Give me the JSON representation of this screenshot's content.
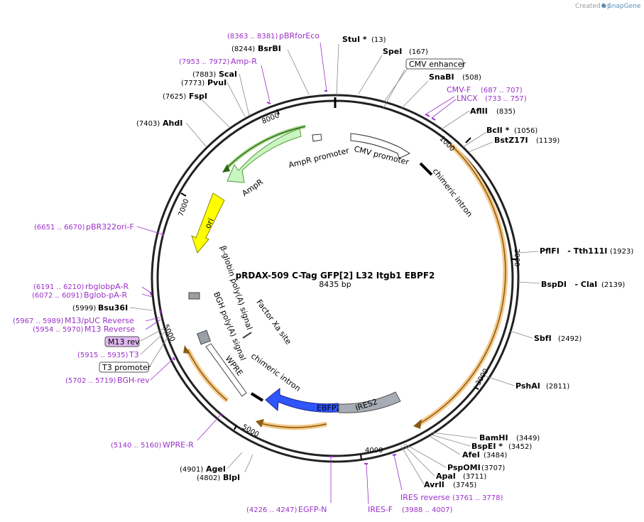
{
  "credit": {
    "prefix": "Created by",
    "brand": "SnapGene"
  },
  "plasmid": {
    "name": "pRDAX-509    C-Tag GFP[2] L32 Itgb1 EBPF2",
    "length": "8435 bp"
  },
  "enzymes": [
    {
      "name": "StuI *",
      "pos": "(13)"
    },
    {
      "name": "SpeI",
      "pos": "(167)"
    },
    {
      "name": "SnaBI",
      "pos": "(508)"
    },
    {
      "name": "AflII",
      "pos": "(835)"
    },
    {
      "name": "BclI *",
      "pos": "(1056)"
    },
    {
      "name": "BstZ17I",
      "pos": "(1139)"
    },
    {
      "name": "PflFI   - Tth111I",
      "pos": "(1923)"
    },
    {
      "name": "BspDI   - ClaI",
      "pos": "(2139)"
    },
    {
      "name": "SbfI",
      "pos": "(2492)"
    },
    {
      "name": "PshAI",
      "pos": "(2811)"
    },
    {
      "name": "BamHI",
      "pos": "(3449)"
    },
    {
      "name": "BspEI *",
      "pos": "(3452)"
    },
    {
      "name": "AfeI",
      "pos": "(3484)"
    },
    {
      "name": "PspOMI",
      "pos": "(3707)"
    },
    {
      "name": "ApaI",
      "pos": "(3711)"
    },
    {
      "name": "AvrII",
      "pos": "(3745)"
    },
    {
      "name": "AgeI",
      "pos": "(4901)"
    },
    {
      "name": "BlpI",
      "pos": "(4802)"
    },
    {
      "name": "Bsu36I",
      "pos": "(5999)"
    },
    {
      "name": "AhdI",
      "pos": "(7403)"
    },
    {
      "name": "FspI",
      "pos": "(7625)"
    },
    {
      "name": "PvuI",
      "pos": "(7773)"
    },
    {
      "name": "ScaI",
      "pos": "(7883)"
    },
    {
      "name": "BsrBI",
      "pos": "(8244)"
    }
  ],
  "primers": [
    {
      "name": "pBRforEco",
      "pos": "(8363 .. 8381)"
    },
    {
      "name": "Amp-R",
      "pos": "(7953 .. 7972)"
    },
    {
      "name": "CMV-F",
      "pos": "(687 .. 707)"
    },
    {
      "name": "LNCX",
      "pos": "(733 .. 757)"
    },
    {
      "name": "pBR322ori-F",
      "pos": "(6651 .. 6670)"
    },
    {
      "name": "rbglobpA-R",
      "pos": "(6191 .. 6210)"
    },
    {
      "name": "Bglob-pA-R",
      "pos": "(6072 .. 6091)"
    },
    {
      "name": "M13/pUC Reverse",
      "pos": "(5967 .. 5989)"
    },
    {
      "name": "M13 Reverse",
      "pos": "(5954 .. 5970)"
    },
    {
      "name": "T3",
      "pos": "(5915 .. 5935)"
    },
    {
      "name": "BGH-rev",
      "pos": "(5702 .. 5719)"
    },
    {
      "name": "WPRE-R",
      "pos": "(5140 .. 5160)"
    },
    {
      "name": "EGFP-N",
      "pos": "(4226 .. 4247)"
    },
    {
      "name": "IRES-F",
      "pos": "(3988 .. 4007)"
    },
    {
      "name": "IRES reverse",
      "pos": "(3761 .. 3778)"
    }
  ],
  "boxed_labels": {
    "cmv_enhancer": "CMV enhancer",
    "m13_rev": "M13 rev",
    "t3_promoter": "T3 promoter"
  },
  "features": {
    "ampr_promoter": "AmpR promoter",
    "cmv_promoter": "CMV promoter",
    "ampr": "AmpR",
    "chimeric_intron_top": "chimeric intron",
    "ori": "ori",
    "bglobin": "β-globin poly(A) signal",
    "bgh": "BGH poly(A) signal",
    "factor_xa": "Factor Xa site",
    "wpre": "WPRE",
    "chimeric_intron_bottom": "chimeric intron",
    "ebfp2": "EBFP2",
    "ires2": "IRES2"
  },
  "ticks": [
    "1000",
    "2000",
    "3000",
    "4000",
    "5000",
    "7000",
    "8000"
  ],
  "colors": {
    "primer": "#9b30c8",
    "orf_gold": "#f5c98a",
    "ampr": "#c8f5c0",
    "ori": "#ffff00",
    "ebfp2": "#2f55ff",
    "ires": "#a6adb4"
  }
}
